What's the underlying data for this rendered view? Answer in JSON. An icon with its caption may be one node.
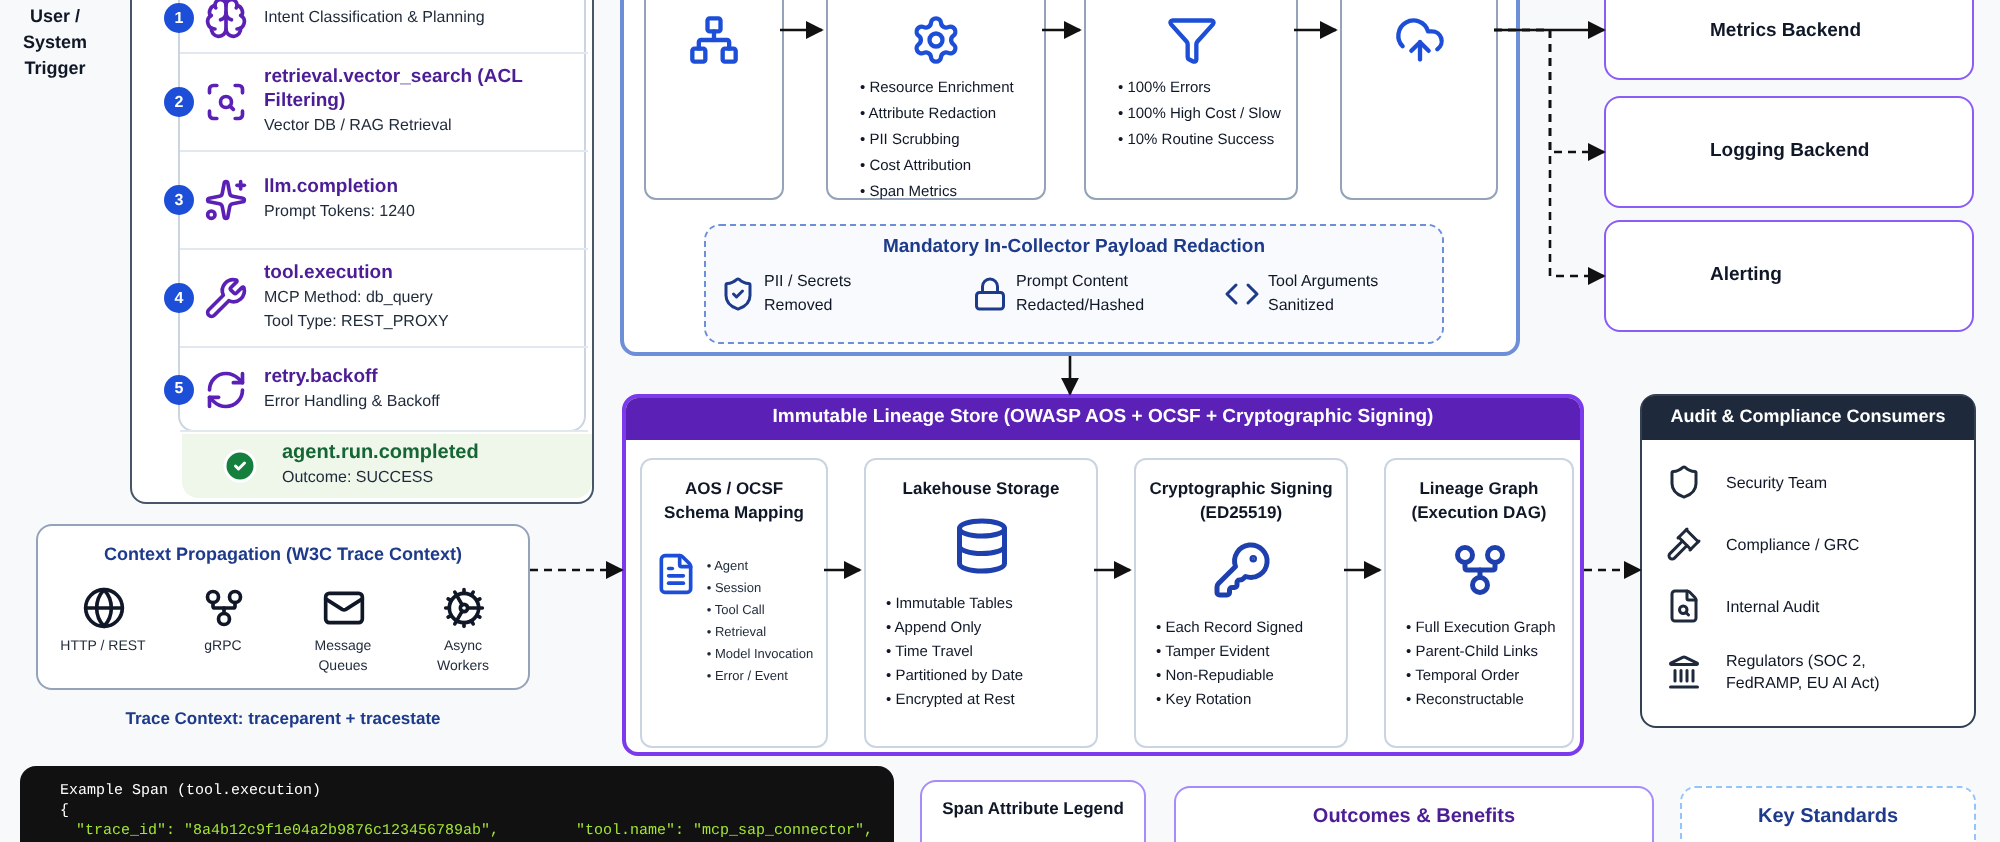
{
  "diagram": {
    "nodes": [
      {
        "text": [],
        "shape": "box"
      },
      {
        "text": [],
        "shape": "box",
        "in": 0
      },
      {
        "text": [
          "Intent Classification & Planning"
        ],
        "in": 1,
        "beside": [
          "1"
        ]
      },
      {
        "text": [
          "retrieval.vector_search (ACL Filtering)",
          "Vector DB / RAG Retrieval"
        ],
        "in": 1,
        "beside": [
          "2"
        ]
      },
      {
        "text": [
          "llm.completion",
          "Prompt Tokens: 1240"
        ],
        "in": 1,
        "beside": [
          "3"
        ]
      },
      {
        "text": [
          "tool.execution",
          "MCP Method: db_query",
          "Tool Type: REST_PROXY"
        ],
        "in": 1,
        "beside": [
          "4"
        ]
      },
      {
        "text": [
          "retry.backoff",
          "Error Handling & Backoff"
        ],
        "in": 1,
        "beside": [
          "5"
        ]
      },
      {
        "text": [
          "agent.run.completed",
          "Outcome: SUCCESS"
        ],
        "in": 0
      },
      {
        "text": [],
        "shape": "box"
      },
      {
        "text": [],
        "shape": "box",
        "in": 8
      },
      {
        "text": [
          "• Resource Enrichment",
          "• Attribute Redaction",
          "• PII Scrubbing",
          "• Cost Attribution",
          "• Span Metrics"
        ],
        "in": 8
      },
      {
        "text": [
          "• 100% Errors",
          "• 100% High Cost / Slow",
          "• 10% Routine Success"
        ],
        "in": 8
      },
      {
        "text": [],
        "shape": "box",
        "in": 8
      },
      {
        "text": [
          "Mandatory In-Collector Payload Redaction",
          "PII / Secrets Removed",
          "Prompt Content Redacted/Hashed",
          "Tool Arguments Sanitized"
        ],
        "in": 8
      },
      {
        "text": [
          "Metrics Backend"
        ]
      },
      {
        "text": [
          "Logging Backend"
        ]
      },
      {
        "text": [
          "Alerting"
        ]
      },
      {
        "text": [
          "Immutable Lineage Store (OWASP AOS + OCSF + Cryptographic Signing)"
        ]
      },
      {
        "text": [
          "AOS / OCSF Schema Mapping",
          "• Agent",
          "• Session",
          "• Tool Call",
          "• Retrieval",
          "• Model Invocation",
          "• Error / Event"
        ],
        "in": 17
      },
      {
        "text": [
          "Lakehouse Storage",
          "• Immutable Tables",
          "• Append Only",
          "• Time Travel",
          "• Partitioned by Date",
          "• Encrypted at Rest"
        ],
        "in": 17
      },
      {
        "text": [
          "Cryptographic Signing (ED25519)",
          "• Each Record Signed",
          "• Tamper Evident",
          "• Non-Repudiable",
          "• Key Rotation"
        ],
        "in": 17
      },
      {
        "text": [
          "Lineage Graph (Execution DAG)",
          "• Full Execution Graph",
          "• Parent-Child Links",
          "• Temporal Order",
          "• Reconstructable"
        ],
        "in": 17
      },
      {
        "text": [
          "Audit & Compliance Consumers",
          "Security Team",
          "Compliance / GRC",
          "Internal Audit",
          "Regulators (SOC 2, FedRAMP, EU AI Act)"
        ]
      },
      {
        "text": [
          "Context Propagation (W3C Trace Context)",
          "HTTP / REST",
          "gRPC",
          "Message Queues",
          "Async Workers"
        ],
        "beside": [
          "Trace Context: traceparent + tracestate"
        ]
      },
      {
        "text": [
          "Example Span (tool.execution)",
          "{",
          "\"trace_id\": \"8a4b12c9f1e04a2b9876c123456789ab\",",
          "\"tool.name\": \"mcp_sap_connector\","
        ]
      },
      {
        "text": [
          "Span Attribute Legend"
        ]
      },
      {
        "text": [
          "Outcomes & Benefits"
        ]
      },
      {
        "text": [
          "Key Standards"
        ]
      }
    ],
    "edges": [
      {
        "from": 9,
        "to": 10,
        "arrow": "to"
      },
      {
        "from": 10,
        "to": 11,
        "arrow": "to"
      },
      {
        "from": 11,
        "to": 12,
        "arrow": "to"
      },
      {
        "from": 12,
        "to": 14,
        "arrow": "to"
      },
      {
        "from": 12,
        "to": 15,
        "arrow": "to",
        "style": "dashed"
      },
      {
        "from": 12,
        "to": 16,
        "arrow": "to",
        "style": "dashed"
      },
      {
        "from": 8,
        "to": 17,
        "arrow": "to"
      },
      {
        "from": 23,
        "to": 17,
        "arrow": "to",
        "style": "dashed"
      },
      {
        "from": 18,
        "to": 19,
        "arrow": "to"
      },
      {
        "from": 19,
        "to": 20,
        "arrow": "to"
      },
      {
        "from": 20,
        "to": 21,
        "arrow": "to"
      },
      {
        "from": 17,
        "to": 22,
        "arrow": "to",
        "style": "dashed"
      }
    ],
    "labels": [
      "User / System Trigger"
    ]
  }
}
